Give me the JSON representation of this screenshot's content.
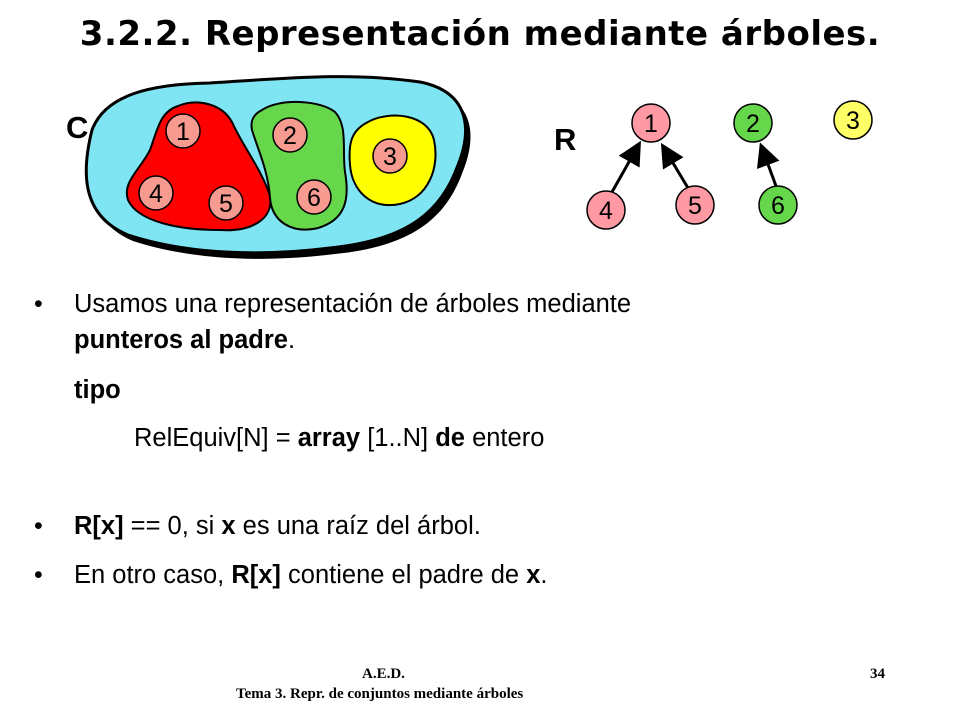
{
  "slide": {
    "title": "3.2.2. Representación mediante árboles."
  },
  "diagram_c": {
    "label": "C",
    "nodes": [
      "1",
      "2",
      "3",
      "4",
      "5",
      "6"
    ]
  },
  "diagram_r": {
    "label": "R",
    "nodes": [
      "1",
      "2",
      "3",
      "4",
      "5",
      "6"
    ]
  },
  "body": {
    "bullet_char": "•",
    "b1_text": "Usamos una representación de árboles mediante",
    "b1_bold": "punteros al padre",
    "b1_end": ".",
    "tipo": "tipo",
    "type_name": "RelEquiv[N]",
    "type_eq": " = ",
    "type_array": "array",
    "type_range": " [1..N] ",
    "type_de": "de",
    "type_entero": " entero",
    "b2_bold1": "R[x]",
    "b2_text1": " == 0, si ",
    "b2_bold2": "x",
    "b2_text2": " es una raíz del árbol.",
    "b3_text1": "En otro caso, ",
    "b3_bold1": "R[x]",
    "b3_text2": " contiene el padre de ",
    "b3_bold2": "x",
    "b3_text3": "."
  },
  "footer": {
    "left_line1": "A.E.D.",
    "left_line2": "Tema 3. Repr. de conjuntos mediante árboles",
    "page": "34"
  },
  "colors": {
    "outer_set": "#80e5f2",
    "set_red": "#ff0000",
    "set_green": "#66d64a",
    "set_yellow": "#ffff00",
    "node_fill": "#f79a90",
    "tree_node_fill": "#ff9aa5",
    "tree_node_green": "#66d64a",
    "tree_node_yellow": "#ffff66"
  }
}
